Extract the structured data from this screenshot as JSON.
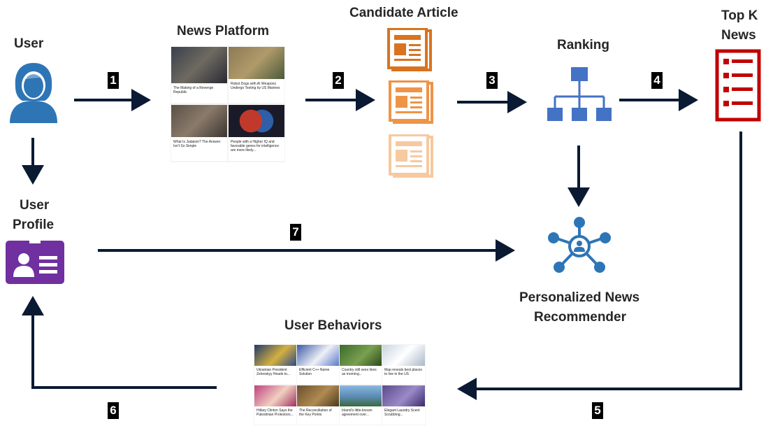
{
  "labels": {
    "user": "User",
    "news_platform": "News Platform",
    "candidate_article": "Candidate Article",
    "ranking": "Ranking",
    "top_k_line1": "Top K",
    "top_k_line2": "News",
    "user_profile_line1": "User",
    "user_profile_line2": "Profile",
    "personalized_line1": "Personalized News",
    "personalized_line2": "Recommender",
    "user_behaviors": "User Behaviors"
  },
  "steps": [
    "1",
    "2",
    "3",
    "4",
    "5",
    "6",
    "7"
  ],
  "news_platform_captions": [
    "The Making of a Revenge Republic",
    "Robot Dogs with AI Weapons Undergo Testing by US Marines",
    "What Is Judaism? The Answer Isn't So Simple",
    "People with a Higher IQ and favorable genes for intelligence are more likely..."
  ],
  "user_behavior_captions": [
    "Ukrainian President Zelenskyy Heads to...",
    "Efficient C++ Name Solution",
    "Country still sees lines as morning...",
    "Map reveals best places to live in the US",
    "Hillary Clinton Says the Palestinian Protestors...",
    "The Reconciliation of the Key Points",
    "Inland's little-known agreement over...",
    "Elegant Laundry Scent Scrubbing..."
  ],
  "colors": {
    "user_blue": "#2e75b6",
    "profile_purple": "#7030a0",
    "article_dark": "#d9731f",
    "article_mid": "#ee9447",
    "article_light": "#f6c9a0",
    "ranking_blue": "#4472c4",
    "topk_red": "#c00000",
    "arrow": "#0a1a33"
  },
  "icons": [
    "user-icon",
    "profile-card-icon",
    "article-icon",
    "hierarchy-icon",
    "list-icon",
    "network-hub-icon"
  ]
}
